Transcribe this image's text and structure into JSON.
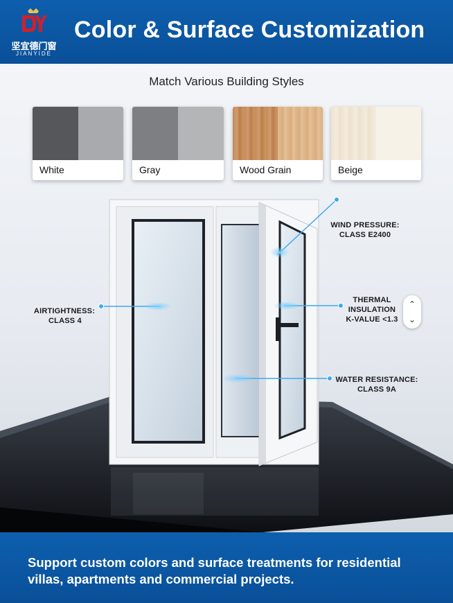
{
  "header": {
    "brand_cn": "坚宜德门窗",
    "brand_en": "JIANYIDE",
    "title": "Color & Surface Customization"
  },
  "subtitle": "Match Various Building Styles",
  "swatches": [
    {
      "label": "White",
      "tone_a": "#55575b",
      "tone_b": "#a8aaad"
    },
    {
      "label": "Gray",
      "tone_a": "#7d7f82",
      "tone_b": "#b4b5b7"
    },
    {
      "label": "Wood Grain",
      "tone_a": "#c89062",
      "tone_b": "#e1b98d"
    },
    {
      "label": "Beige",
      "tone_a": "#efe5d3",
      "tone_b": "#f7f2e8"
    }
  ],
  "callouts": {
    "wind": [
      "WIND PRESSURE:",
      "CLASS E2400"
    ],
    "airtight": [
      "AIRTIGHTNESS:",
      "CLASS 4"
    ],
    "thermal": [
      "THERMAL",
      "INSULATION",
      "K-VALUE <1.3"
    ],
    "water": [
      "WATER RESISTANCE:",
      "CLASS 9A"
    ]
  },
  "scroll_icons": {
    "up": "chevron-up-icon",
    "down": "chevron-down-icon"
  },
  "footer": {
    "line1": "Support custom colors and surface treatments for residential",
    "line2": "villas, apartments and commercial projects."
  },
  "colors": {
    "brand_blue": "#0b56a3",
    "callout_accent": "#3da9f0",
    "logo_red": "#d0202c"
  }
}
